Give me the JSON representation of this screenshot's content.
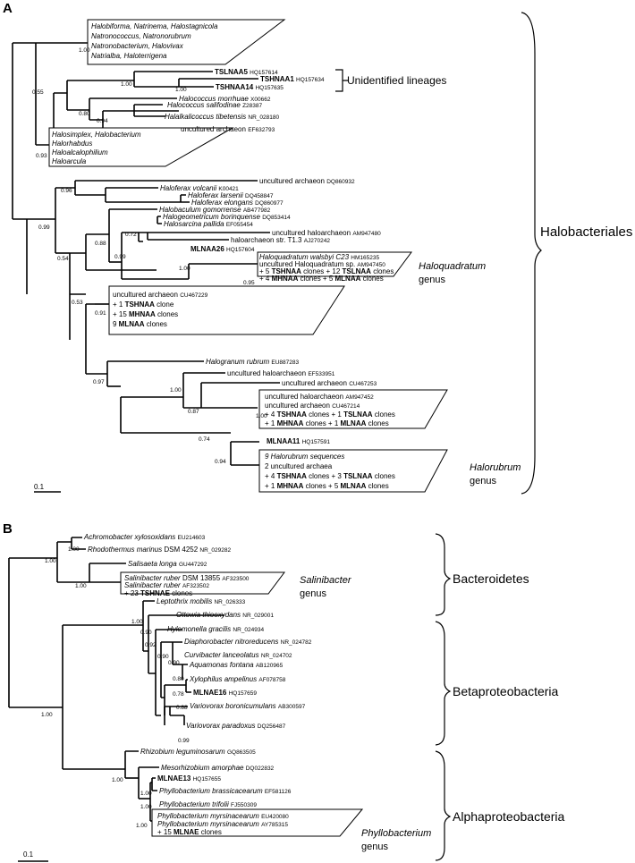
{
  "panels": {
    "a": "A",
    "b": "B"
  },
  "scale": {
    "a": "0.1",
    "b": "0.1"
  },
  "groups": {
    "halobacteriales": "Halobacteriales",
    "unidentified": "Unidentified lineages",
    "bacteroidetes": "Bacteroidetes",
    "betaproteobacteria": "Betaproteobacteria",
    "alphaproteobacteria": "Alphaproteobacteria"
  },
  "genus_labels": {
    "haloquadratum": {
      "name": "Haloquadratum",
      "word": "genus"
    },
    "halorubrum": {
      "name": "Halorubrum",
      "word": "genus"
    },
    "salinibacter": {
      "name": "Salinibacter",
      "word": "genus"
    },
    "phyllobacterium": {
      "name": "Phyllobacterium",
      "word": "genus"
    }
  },
  "panel_a": {
    "clade_halobiforme": [
      "Halobiforma, Natrinema, Halostagnicola",
      "Natronococcus, Natronorubrum",
      "Natronobacterium, Halovivax",
      "Natrialba, Haloterrigena"
    ],
    "tslnaa5": {
      "name": "TSLNAA5",
      "acc": "HQ157614"
    },
    "tshnaa1": {
      "name": "TSHNAA1",
      "acc": "HQ157634"
    },
    "tshnaa14": {
      "name": "TSHNAA14",
      "acc": "HQ157635"
    },
    "halococcus_morrhuae": {
      "name": "Halococcus morrhuae",
      "acc": "X00662"
    },
    "halococcus_salifodinae": {
      "name": "Halococcus salifodinae",
      "acc": "Z28387"
    },
    "halalkalicoccus": {
      "name": "Halalkalicoccus tibetensis",
      "acc": "NR_028180"
    },
    "uncult_ef632793": {
      "name": "uncultured archaeon",
      "acc": "EF632793"
    },
    "clade_halosimplex": [
      "Halosimplex, Halobacterium",
      "Halorhabdus",
      "Haloalcalophilium",
      "Haloarcula"
    ],
    "uncult_dq860932": {
      "name": "uncultured archaeon",
      "acc": "DQ860932"
    },
    "haloferax_volcanii": {
      "name": "Haloferax volcanii",
      "acc": "K00421"
    },
    "haloferax_larsenii": {
      "name": "Haloferax larsenii",
      "acc": "DQ458847"
    },
    "haloferax_elongans": {
      "name": "Haloferax elongans",
      "acc": "DQ860977"
    },
    "halobaculum": {
      "name": "Halobaculum gomorrense",
      "acc": "AB477982"
    },
    "halogeometricum": {
      "name": "Halogeometricum borinquense",
      "acc": "DQ853414"
    },
    "halosarcina": {
      "name": "Halosarcina pallida",
      "acc": "EF055454"
    },
    "uncult_am947480": {
      "name": "uncultured haloarchaeon",
      "acc": "AM947480"
    },
    "haloarchaeon_t13": {
      "name": "haloarchaeon str. T1.3",
      "acc": "AJ270242"
    },
    "mlnaa26": {
      "name": "MLNAA26",
      "acc": "HQ157604"
    },
    "clade_haloquadratum": {
      "l1": {
        "name": "Haloquadratum walsbyi C23",
        "acc": "HM165235"
      },
      "l2": {
        "name": "uncultured Haloquadratum sp.",
        "acc": "AM947450"
      },
      "l3": {
        "p1": "+ 5 ",
        "b1": "TSHNAA",
        "p2": " clones + 12 ",
        "b2": "TSLNAA",
        "p3": " clones"
      },
      "l4": {
        "p1": "+ 4 ",
        "b1": "MHNAA",
        "p2": " clones + 5 ",
        "b2": "MLNAA",
        "p3": " clones"
      }
    },
    "clade_uncult_cu467229": {
      "l1": {
        "name": "uncultured archaeon",
        "acc": "CU467229"
      },
      "l2": {
        "p1": "+ 1 ",
        "b1": "TSHNAA",
        "p2": " clone"
      },
      "l3": {
        "p1": "+ 15 ",
        "b1": "MHNAA",
        "p2": " clones"
      },
      "l4": {
        "p1": "9 ",
        "b1": "MLNAA",
        "p2": " clones"
      }
    },
    "halogranum": {
      "name": "Halogranum rubrum",
      "acc": "EU887283"
    },
    "uncult_ef533951": {
      "name": "uncultured haloarchaeon",
      "acc": "EF533951"
    },
    "uncult_cu467253": {
      "name": "uncultured archaeon",
      "acc": "CU467253"
    },
    "clade_am947452": {
      "l1": {
        "name": "uncultured haloarchaeon",
        "acc": "AM947452"
      },
      "l2": {
        "name": "uncultured archaeon",
        "acc": "CU467214"
      },
      "l3": {
        "p1": "+ 4 ",
        "b1": "TSHNAA",
        "p2": " clones + 1 ",
        "b2": "TSLNAA",
        "p3": " clones"
      },
      "l4": {
        "p1": "+ 1 ",
        "b1": "MHNAA",
        "p2": " clones + 1 ",
        "b2": "MLNAA",
        "p3": " clones"
      }
    },
    "mlnaa11": {
      "name": "MLNAA11",
      "acc": "HQ157591"
    },
    "clade_halorubrum": {
      "l1": "9 Halorubrum sequences",
      "l2": "2 uncultured archaea",
      "l3": {
        "p1": "+ 4 ",
        "b1": "TSHNAA",
        "p2": " clones + 3 ",
        "b2": "TSLNAA",
        "p3": " clones"
      },
      "l4": {
        "p1": "+ 1 ",
        "b1": "MHNAA",
        "p2": " clones + 5 ",
        "b2": "MLNAA",
        "p3": " clones"
      }
    },
    "bootstraps": [
      "1.00",
      "0.55",
      "1.00",
      "1.00",
      "0.80",
      "0.94",
      "0.93",
      "0.96",
      "0.99",
      "0.88",
      "0.72",
      "0.99",
      "1.00",
      "0.95",
      "0.54",
      "0.53",
      "0.91",
      "0.97",
      "1.00",
      "0.87",
      "1.00",
      "0.74",
      "0.94"
    ]
  },
  "panel_b": {
    "achromobacter": {
      "name": "Achromobacter xylosoxidans",
      "acc": "EU214603"
    },
    "rhodothermus": {
      "name": "Rhodothermus marinus",
      "strain": "DSM 4252",
      "acc": "NR_029282"
    },
    "salisaeta": {
      "name": "Salisaeta longa",
      "acc": "GU447292"
    },
    "clade_salinibacter": {
      "l1": {
        "name": "Salinibacter ruber",
        "strain": "DSM 13855",
        "acc": "AF323500"
      },
      "l2": {
        "name": "Salinibacter ruber",
        "acc": "AF323502"
      },
      "l3": {
        "p1": "+ 23 ",
        "b1": "TSHNAE",
        "p2": " clones"
      }
    },
    "leptothrix": {
      "name": "Leptothrix mobilis",
      "acc": "NR_026333"
    },
    "ottowia": {
      "name": "Ottowia thiooxydans",
      "acc": "NR_029001"
    },
    "hylemonella": {
      "name": "Hylemonella gracilis",
      "acc": "NR_024934"
    },
    "diaphorobacter": {
      "name": "Diaphorobacter nitroreducens",
      "acc": "NR_024782"
    },
    "curvibacter": {
      "name": "Curvibacter lanceolatus",
      "acc": "NR_024702"
    },
    "aquamonas": {
      "name": "Aquamonas fontana",
      "acc": "AB120965"
    },
    "xylophilus": {
      "name": "Xylophilus ampelinus",
      "acc": "AF078758"
    },
    "mlnae16": {
      "name": "MLNAE16",
      "acc": "HQ157659"
    },
    "variovorax_b": {
      "name": "Variovorax boronicumulans",
      "acc": "AB300597"
    },
    "variovorax_p": {
      "name": "Variovorax paradoxus",
      "acc": "DQ256487"
    },
    "rhizobium": {
      "name": "Rhizobium leguminosarum",
      "acc": "GQ863505"
    },
    "mesorhizobium": {
      "name": "Mesorhizobium amorphae",
      "acc": "DQ022832"
    },
    "mlnae13": {
      "name": "MLNAE13",
      "acc": "HQ157655"
    },
    "phyllo_brass": {
      "name": "Phyllobacterium brassicacearum",
      "acc": "EF581126"
    },
    "phyllo_trifolii": {
      "name": "Phyllobacterium trifolii",
      "acc": "FJ550309"
    },
    "clade_phyllo": {
      "l1": {
        "name": "Phyllobacterium myrsinacearum",
        "acc": "EU420080"
      },
      "l2": {
        "name": "Phyllobacterium myrsinacearum",
        "acc": "AY785315"
      },
      "l3": {
        "p1": "+ 15 ",
        "b1": "MLNAE",
        "p2": " clones"
      }
    },
    "bootstraps": [
      "1.00",
      "1.00",
      "1.00",
      "1.00",
      "0.90",
      "0.92",
      "0.90",
      "0.90",
      "0.80",
      "0.78",
      "0.88",
      "0.99",
      "1.00",
      "1.00",
      "1.00",
      "1.00",
      "1.00"
    ]
  }
}
